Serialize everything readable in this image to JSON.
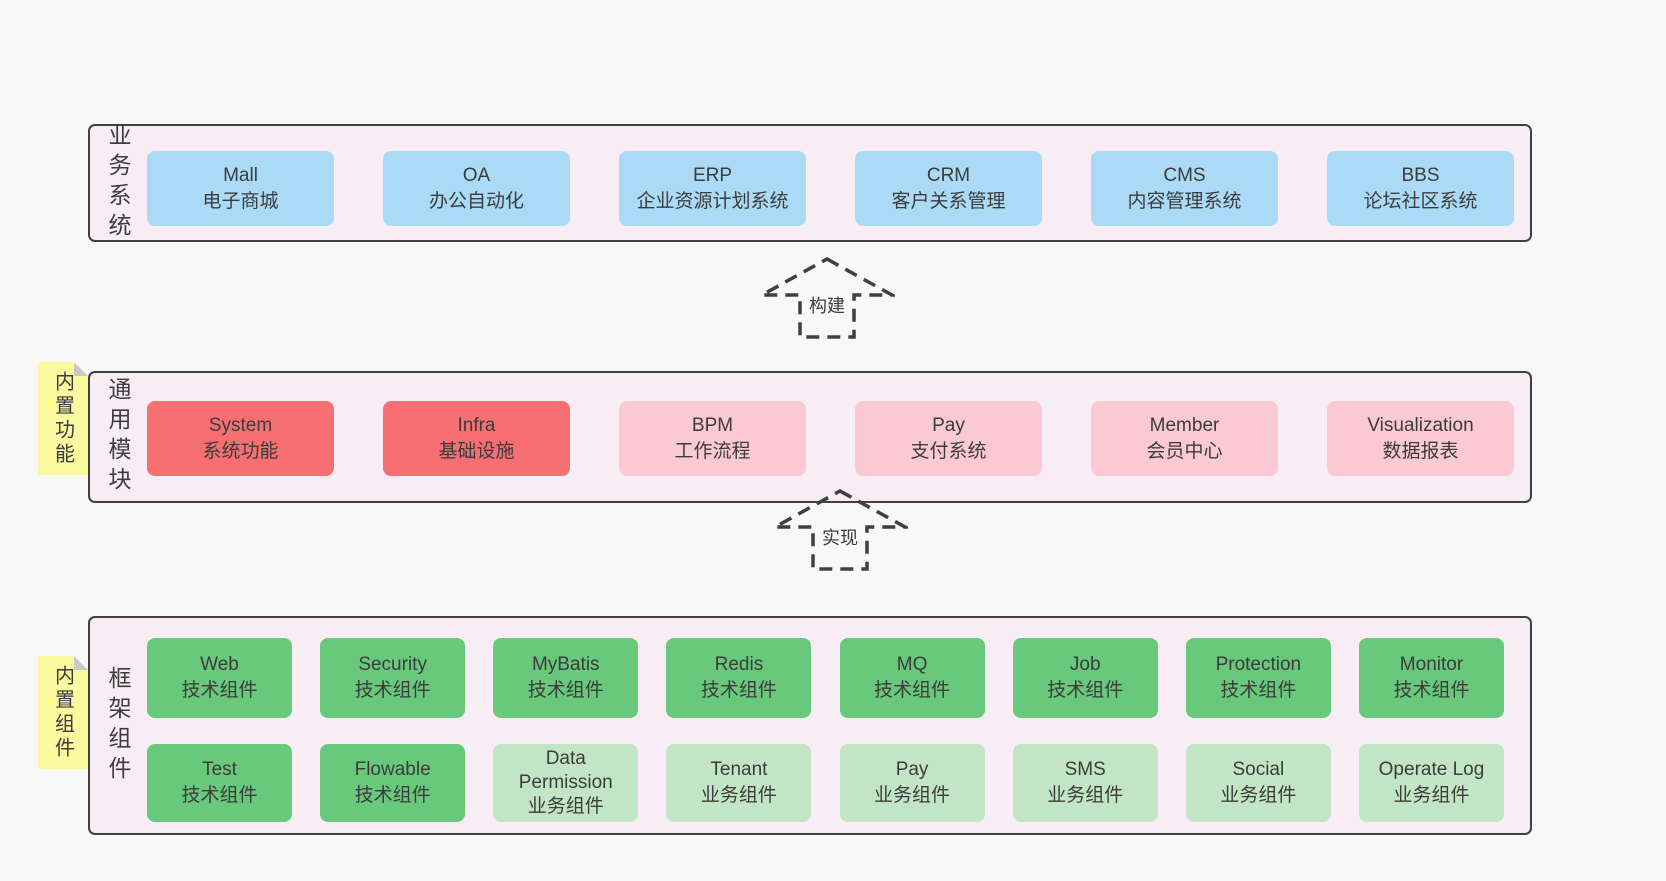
{
  "colors": {
    "page_bg": "#f8f8f8",
    "band_bg": "#f8edf5",
    "band_border": "#404040",
    "text": "#3d3d3d",
    "blue": "#aadaf6",
    "red": "#f76f72",
    "pink": "#fbc9d3",
    "green_dark": "#68c87c",
    "green_light": "#c2e5c6",
    "sticky_yellow": "#fbf99d",
    "sticky_fold": "#c9c9c9"
  },
  "arrows": [
    {
      "label": "构建"
    },
    {
      "label": "实现"
    }
  ],
  "bands": [
    {
      "label": "业务系统",
      "boxes": [
        {
          "title": "Mall",
          "subtitle": "电子商城"
        },
        {
          "title": "OA",
          "subtitle": "办公自动化"
        },
        {
          "title": "ERP",
          "subtitle": "企业资源计划系统"
        },
        {
          "title": "CRM",
          "subtitle": "客户关系管理"
        },
        {
          "title": "CMS",
          "subtitle": "内容管理系统"
        },
        {
          "title": "BBS",
          "subtitle": "论坛社区系统"
        }
      ]
    },
    {
      "label": "通用模块",
      "sticky": "内置功能",
      "boxes": [
        {
          "title": "System",
          "subtitle": "系统功能"
        },
        {
          "title": "Infra",
          "subtitle": "基础设施"
        },
        {
          "title": "BPM",
          "subtitle": "工作流程"
        },
        {
          "title": "Pay",
          "subtitle": "支付系统"
        },
        {
          "title": "Member",
          "subtitle": "会员中心"
        },
        {
          "title": "Visualization",
          "subtitle": "数据报表"
        }
      ]
    },
    {
      "label": "框架组件",
      "sticky": "内置组件",
      "rows": [
        [
          {
            "title": "Web",
            "subtitle": "技术组件"
          },
          {
            "title": "Security",
            "subtitle": "技术组件"
          },
          {
            "title": "MyBatis",
            "subtitle": "技术组件"
          },
          {
            "title": "Redis",
            "subtitle": "技术组件"
          },
          {
            "title": "MQ",
            "subtitle": "技术组件"
          },
          {
            "title": "Job",
            "subtitle": "技术组件"
          },
          {
            "title": "Protection",
            "subtitle": "技术组件"
          },
          {
            "title": "Monitor",
            "subtitle": "技术组件"
          }
        ],
        [
          {
            "title": "Test",
            "subtitle": "技术组件"
          },
          {
            "title": "Flowable",
            "subtitle": "技术组件"
          },
          {
            "title": "Data Permission",
            "subtitle": "业务组件"
          },
          {
            "title": "Tenant",
            "subtitle": "业务组件"
          },
          {
            "title": "Pay",
            "subtitle": "业务组件"
          },
          {
            "title": "SMS",
            "subtitle": "业务组件"
          },
          {
            "title": "Social",
            "subtitle": "业务组件"
          },
          {
            "title": "Operate Log",
            "subtitle": "业务组件"
          }
        ]
      ]
    }
  ]
}
